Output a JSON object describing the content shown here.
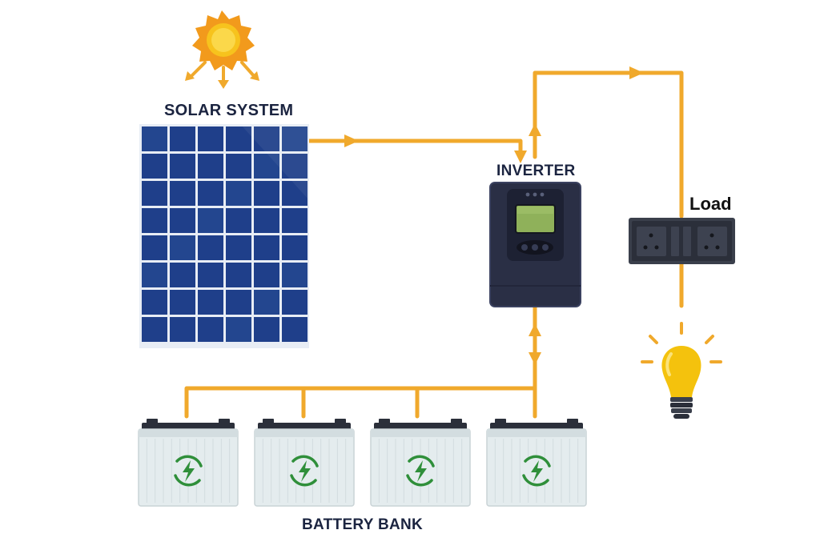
{
  "labels": {
    "solar_system": "SOLAR SYSTEM",
    "inverter": "INVERTER",
    "load": "Load",
    "battery_bank": "BATTERY BANK"
  },
  "battery_count": 4,
  "icons": [
    "sun-icon",
    "solar-panel-icon",
    "inverter-icon",
    "socket-load-icon",
    "light-bulb-icon",
    "battery-icon",
    "bolt-icon"
  ],
  "colors": {
    "wire": "#f0a92c",
    "panel": "#1f3f8a",
    "panel_frame": "#e8edf5",
    "inverter_body": "#2a2f45",
    "inverter_screen": "#8fb15a",
    "socket_body": "#2b2f3a",
    "bulb": "#f4c20d",
    "battery_case": "#e4ecee",
    "battery_symbol": "#2f8f3a",
    "label_text": "#1b2440"
  }
}
